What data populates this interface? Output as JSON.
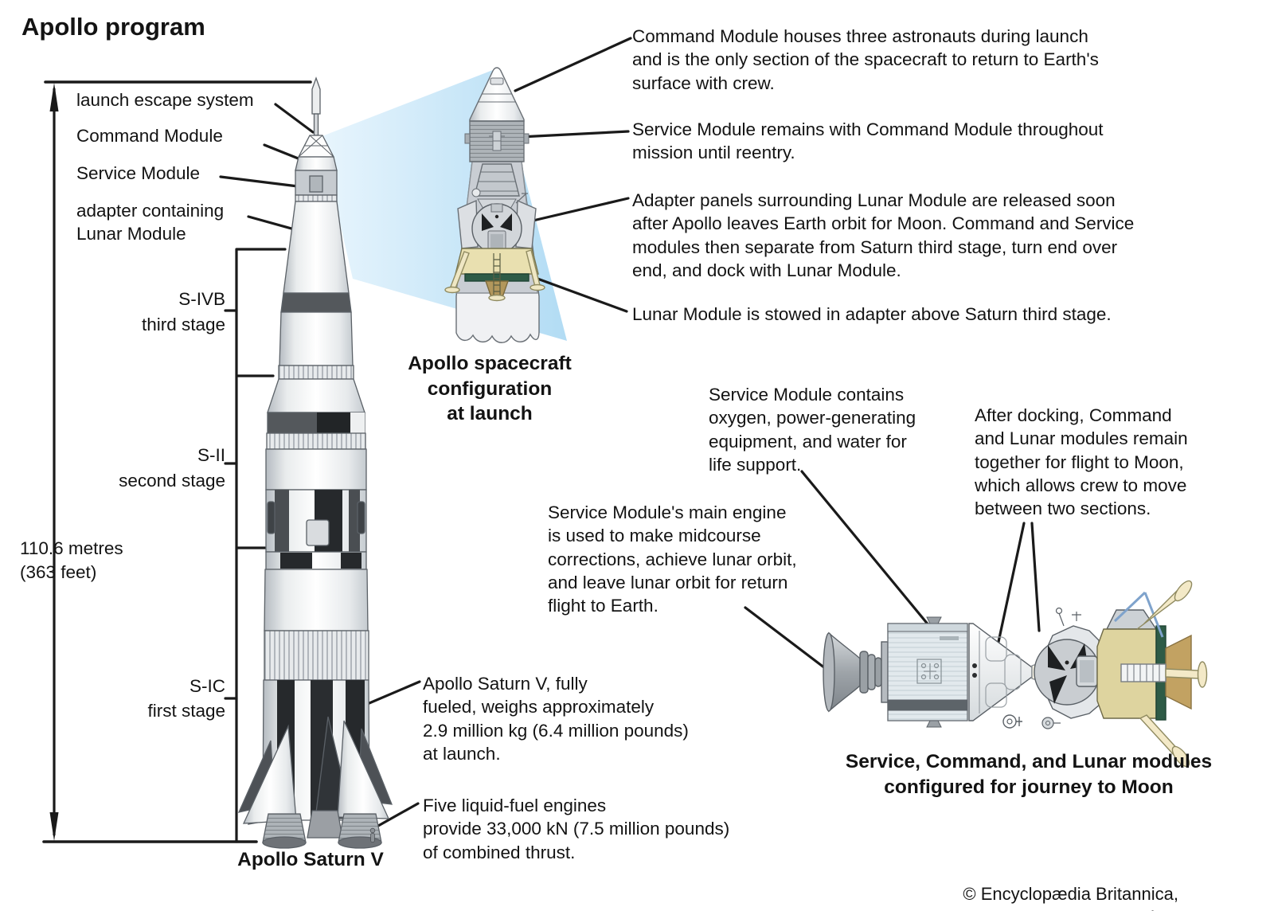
{
  "title": "Apollo program",
  "left_labels": {
    "launch_escape": "launch escape system",
    "command_module": "Command Module",
    "service_module": "Service Module",
    "adapter": "adapter containing\nLunar Module",
    "height": "110.6 metres\n(363 feet)"
  },
  "stage_labels": {
    "third_stage": "S-IVB\nthird stage",
    "second_stage": "S-II\nsecond stage",
    "first_stage": "S-IC\nfirst stage"
  },
  "callouts": {
    "command_module": "Command Module houses three astronauts during launch\nand is the only section of the spacecraft to return to Earth's\nsurface with crew.",
    "service_module": "Service Module remains with Command Module throughout\nmission until reentry.",
    "adapter_panels": "Adapter panels surrounding Lunar Module are released soon\nafter Apollo leaves Earth orbit for Moon. Command and Service\nmodules then separate from Saturn third stage, turn end over\nend, and dock with Lunar Module.",
    "lunar_module_stowed": "Lunar Module is stowed in adapter above Saturn third stage.",
    "sm_contents": "Service Module contains\noxygen, power-generating\nequipment, and water for\nlife support.",
    "after_docking": "After docking, Command\nand Lunar modules remain\ntogether for flight to Moon,\nwhich allows crew to move\nbetween two sections.",
    "sm_engine": "Service Module's main engine\nis used to make midcourse\ncorrections, achieve lunar orbit,\nand leave lunar orbit for return\nflight to Earth.",
    "saturn_weight": "Apollo Saturn V, fully\nfueled, weighs approximately\n2.9 million kg (6.4 million pounds)\nat launch.",
    "engines_thrust": "Five liquid-fuel engines\nprovide 33,000 kN (7.5 million pounds)\nof combined thrust."
  },
  "captions": {
    "spacecraft_config": "Apollo spacecraft\nconfiguration\nat launch",
    "saturn_v": "Apollo Saturn V",
    "journey_config": "Service, Command, and Lunar modules\nconfigured for journey to Moon",
    "copyright": "© Encyclopædia Britannica, Inc."
  },
  "colors": {
    "ink": "#1a1a1a",
    "beam_blue": "#b2dcf4",
    "lm_tan": "#e7deae",
    "lm_green": "#2e5b46",
    "band_gray": "#54585c"
  }
}
